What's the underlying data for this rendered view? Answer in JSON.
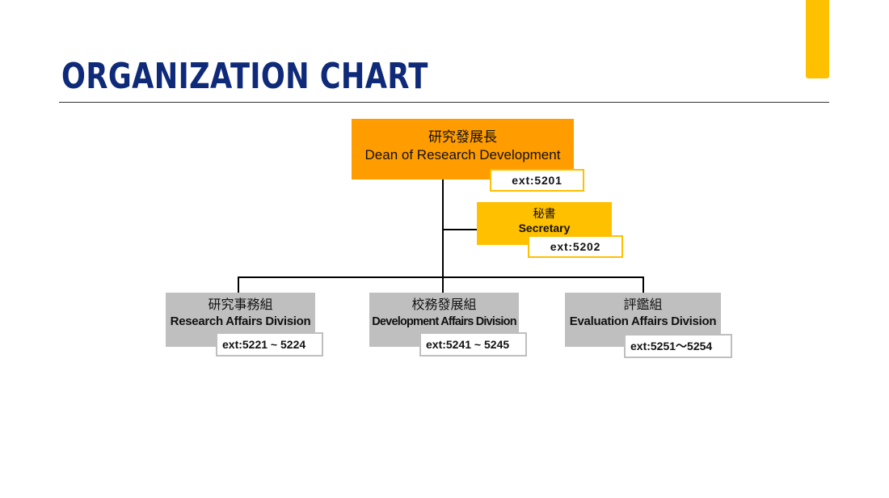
{
  "page": {
    "title": "ORGANIZATION CHART"
  },
  "colors": {
    "title": "#0E2A78",
    "accent": "#FFC000",
    "dean_box": "#FF9C00",
    "secretary_box": "#FFC000",
    "division_box": "#BFBFBF"
  },
  "chart": {
    "dean": {
      "name_zh": "研究發展長",
      "name_en": "Dean of Research Development",
      "ext": "ext:5201"
    },
    "secretary": {
      "name_zh": "秘書",
      "name_en": "Secretary",
      "ext": "ext:5202"
    },
    "divisions": [
      {
        "name_zh": "研究事務組",
        "name_en": "Research Affairs Division",
        "ext": "ext:5221 ~ 5224"
      },
      {
        "name_zh": "校務發展組",
        "name_en": "Development Affairs Division",
        "ext": "ext:5241 ~ 5245"
      },
      {
        "name_zh": "評鑑組",
        "name_en": "Evaluation Affairs Division",
        "ext": "ext:5251～5254"
      }
    ]
  }
}
